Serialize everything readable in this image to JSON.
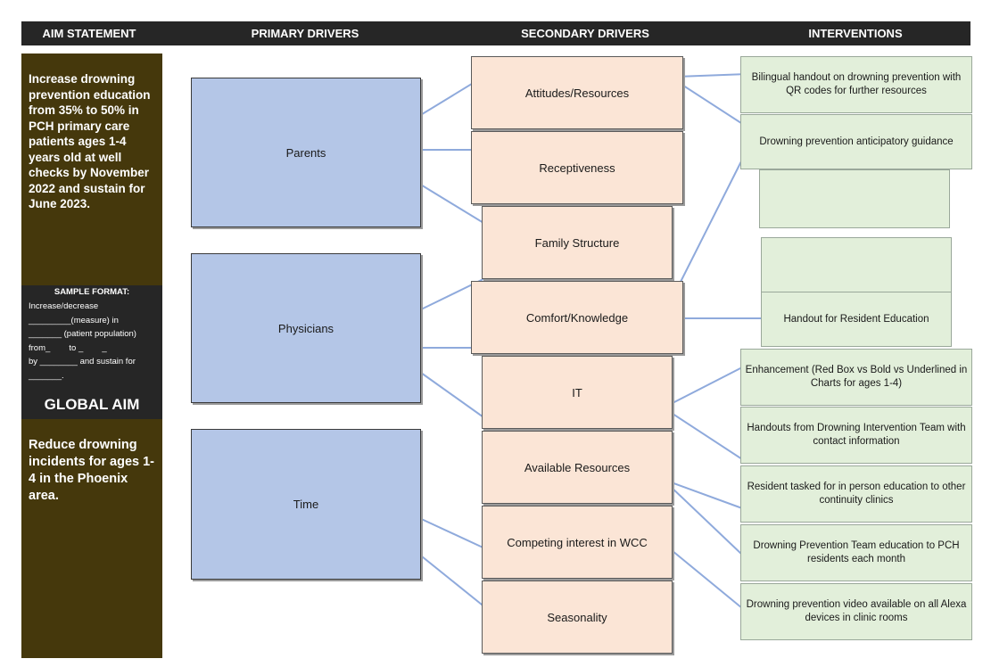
{
  "headers": {
    "aim": "AIM STATEMENT",
    "primary": "PRIMARY DRIVERS",
    "secondary": "SECONDARY DRIVERS",
    "interventions": "INTERVENTIONS"
  },
  "aim": {
    "statement": "Increase drowning prevention education from 35% to 50% in PCH primary care patients ages 1-4 years old at well checks by November 2022 and sustain for June 2023.",
    "sample_title": "SAMPLE FORMAT:",
    "sample_body": "Increase/decrease\n_________(measure) in\n_______ (patient population)\nfrom_        to _        _\nby ________ and sustain for\n_______.",
    "global_title": "GLOBAL AIM",
    "global_text": "Reduce drowning incidents for ages 1-4 in the Phoenix area."
  },
  "primary_drivers": [
    "Parents",
    "Physicians",
    "Time"
  ],
  "secondary_drivers": [
    "Attitudes/Resources",
    "Receptiveness",
    "Family Structure",
    "Comfort/Knowledge",
    "IT",
    "Available Resources",
    "Competing interest in WCC",
    "Seasonality"
  ],
  "interventions": [
    "Bilingual handout on drowning prevention with QR codes for further resources",
    "Drowning prevention anticipatory guidance",
    "Handout for Resident Education",
    "Enhancement (Red Box vs Bold vs Underlined in Charts for ages 1-4)",
    "Handouts from Drowning Intervention Team with contact information",
    "Resident tasked for in person education to other continuity clinics",
    "Drowning Prevention Team education to PCH residents each month",
    "Drowning prevention video available on all Alexa devices in clinic rooms"
  ],
  "colors": {
    "header_bg": "#262626",
    "aim_bg": "#45380c",
    "primary_fill": "#b4c6e7",
    "secondary_fill": "#fbe5d6",
    "intervention_fill": "#e2efda",
    "connector": "#8faadc"
  }
}
